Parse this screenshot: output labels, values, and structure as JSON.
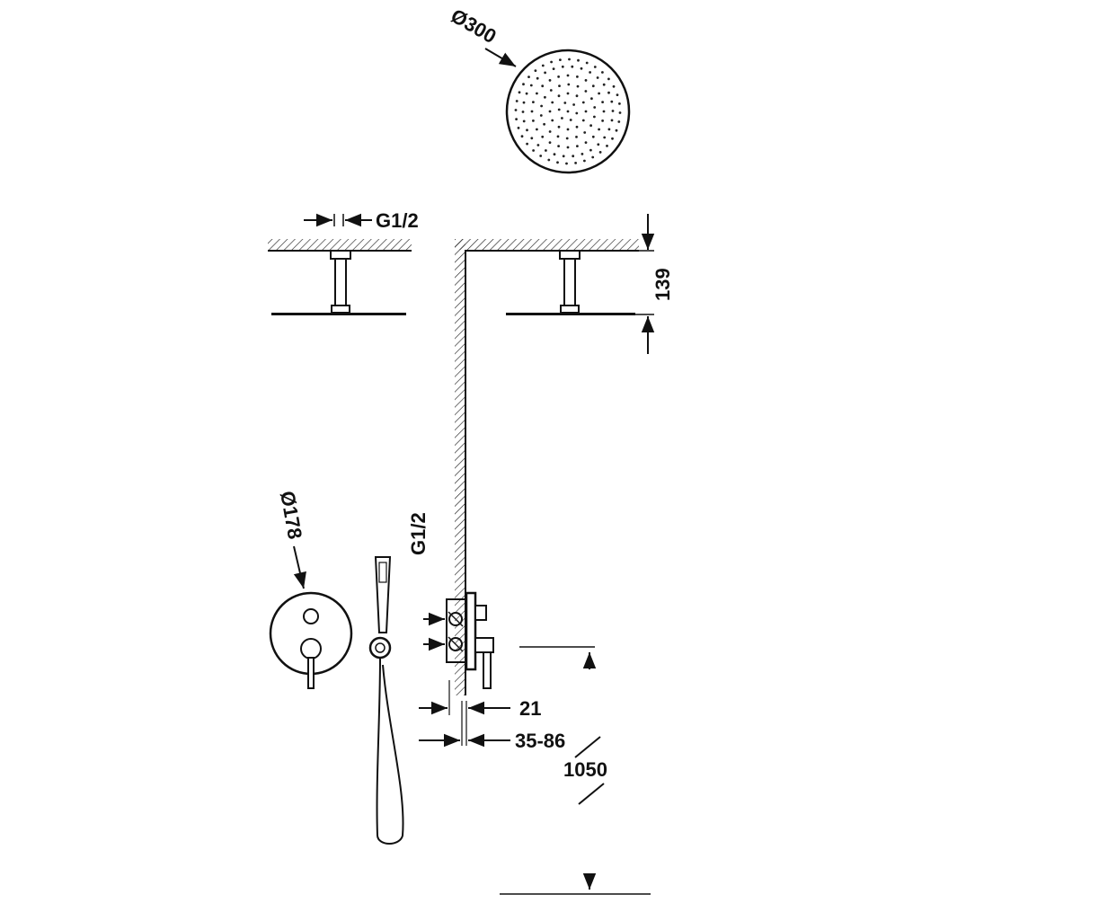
{
  "drawing": {
    "overhead_diameter": "Ø300",
    "ceiling_thread": "G1/2",
    "arm_height": "139",
    "plate_diameter": "Ø178",
    "valve_thread": "G1/2",
    "depth_min": "21",
    "depth_range": "35-86",
    "valve_height": "1050"
  }
}
